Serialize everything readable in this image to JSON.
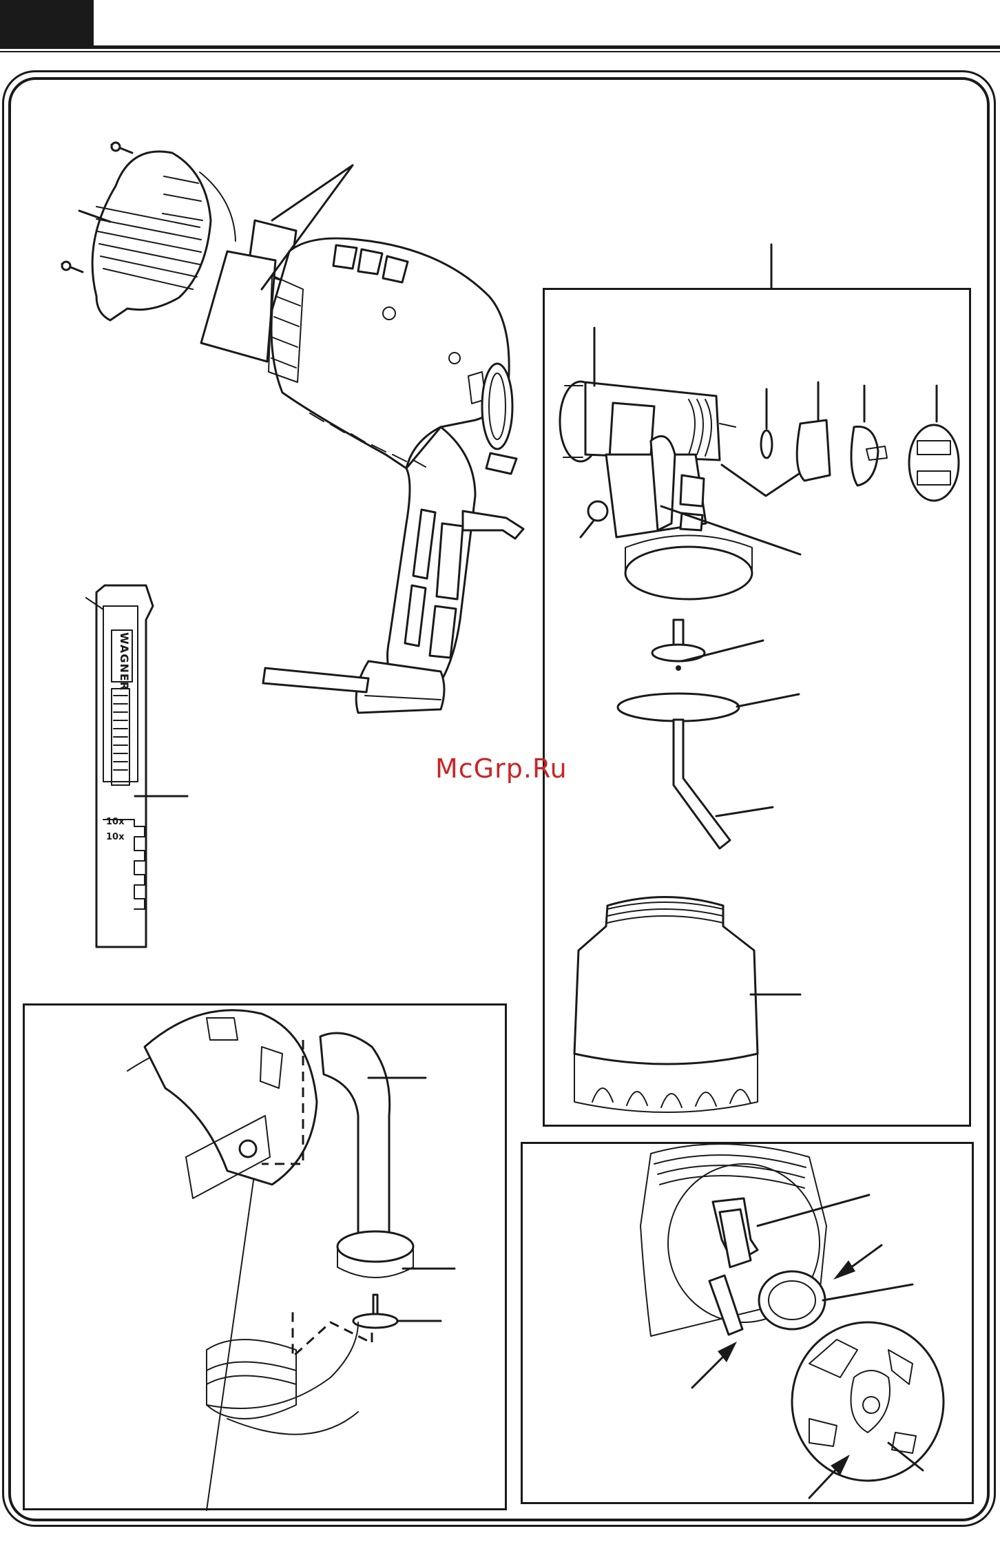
{
  "brand_label": "WAGNER",
  "viscosity_marks": [
    "10x",
    "10x"
  ],
  "watermark": "McGrp.Ru",
  "colors": {
    "ink": "#1a1a1a",
    "watermark": "#cc2424",
    "paper": "#ffffff"
  }
}
